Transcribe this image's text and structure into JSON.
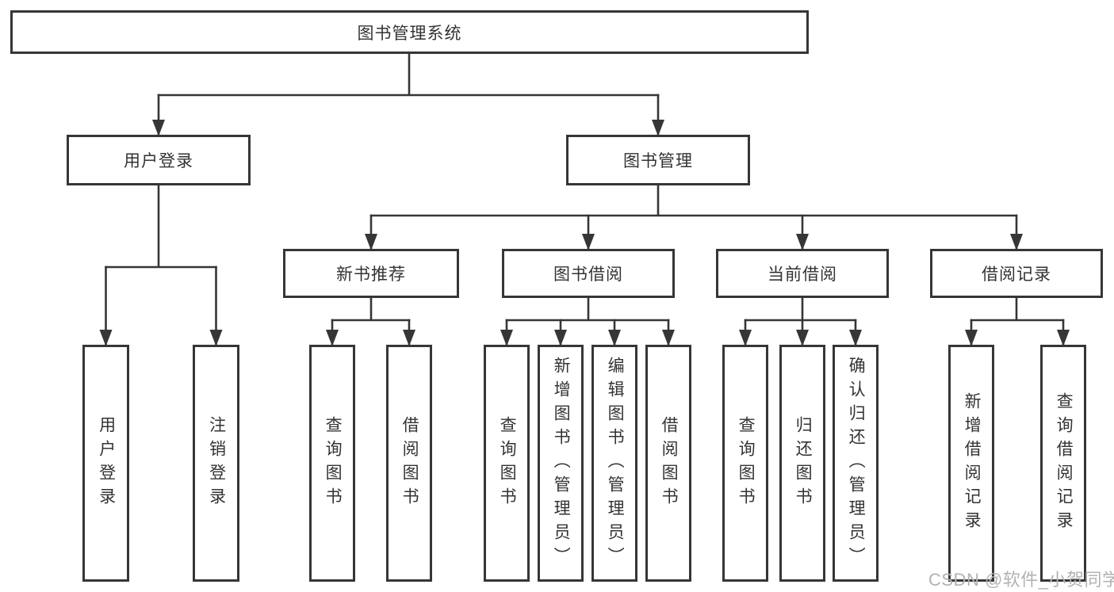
{
  "colors": {
    "line": "#363636",
    "text": "#333333",
    "watermark": "#b2b2b2",
    "bg": "#ffffff"
  },
  "tree": {
    "root": {
      "label": "图书管理系统",
      "children": [
        {
          "label": "用户登录",
          "children": [
            {
              "label": "用户登录"
            },
            {
              "label": "注销登录"
            }
          ]
        },
        {
          "label": "图书管理",
          "children": [
            {
              "label": "新书推荐",
              "children": [
                {
                  "label": "查询图书"
                },
                {
                  "label": "借阅图书"
                }
              ]
            },
            {
              "label": "图书借阅",
              "children": [
                {
                  "label": "查询图书"
                },
                {
                  "label": "新增图书（管理员）"
                },
                {
                  "label": "编辑图书（管理员）"
                },
                {
                  "label": "借阅图书"
                }
              ]
            },
            {
              "label": "当前借阅",
              "children": [
                {
                  "label": "查询图书"
                },
                {
                  "label": "归还图书"
                },
                {
                  "label": "确认归还（管理员）"
                }
              ]
            },
            {
              "label": "借阅记录",
              "children": [
                {
                  "label": "新增借阅记录"
                },
                {
                  "label": "查询借阅记录"
                }
              ]
            }
          ]
        }
      ]
    }
  },
  "watermark": {
    "text": "CSDN @软件_小贺同学"
  }
}
